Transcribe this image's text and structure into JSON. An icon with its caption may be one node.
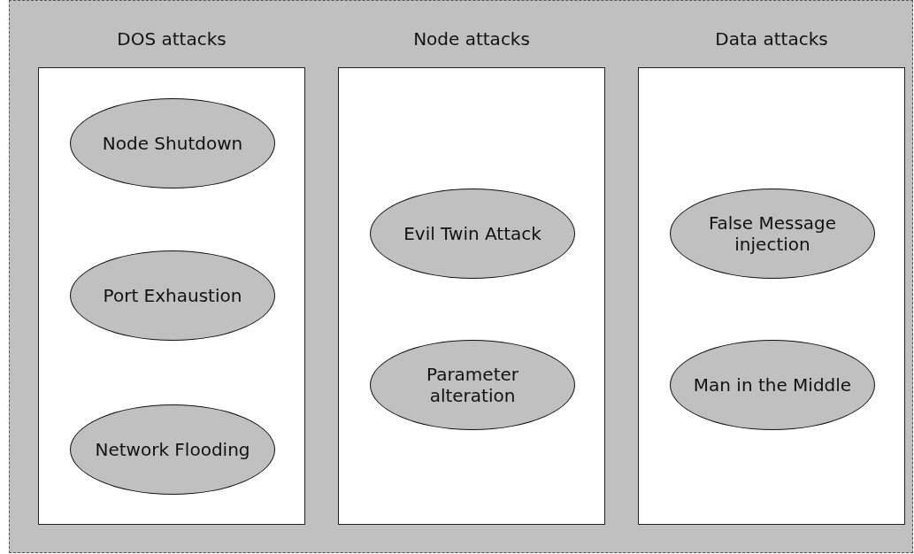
{
  "diagram": {
    "nodes": [
      {
        "text": [],
        "shape": "box"
      },
      {
        "text": [
          "DOS attacks"
        ],
        "in": 0
      },
      {
        "text": [
          "Node Shutdown"
        ],
        "in": 1
      },
      {
        "text": [
          "Port Exhaustion"
        ],
        "in": 1
      },
      {
        "text": [
          "Network Flooding"
        ],
        "in": 1
      },
      {
        "text": [
          "Node attacks"
        ],
        "in": 0
      },
      {
        "text": [
          "Evil Twin Attack"
        ],
        "in": 5
      },
      {
        "text": [
          "Parameter alteration"
        ],
        "in": 5
      },
      {
        "text": [
          "Data attacks"
        ],
        "in": 0
      },
      {
        "text": [
          "False Message injection"
        ],
        "in": 8
      },
      {
        "text": [
          "Man in the Middle"
        ],
        "in": 8
      }
    ]
  }
}
